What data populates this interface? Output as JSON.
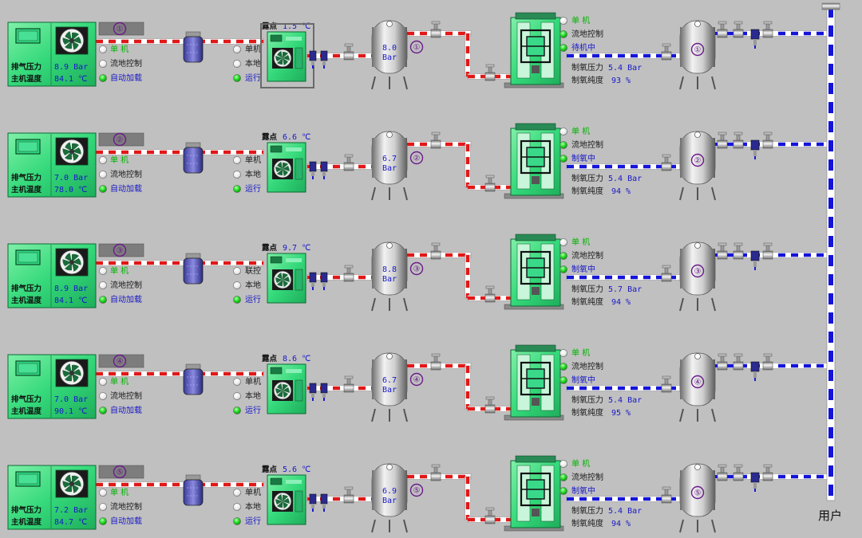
{
  "labels": {
    "exhaust_pressure": "排气压力",
    "main_temp": "主机温度",
    "single": "单 机",
    "flow_control": "流地控制",
    "auto_load": "自动加载",
    "local": "本地",
    "run": "运行",
    "dew_point": "露点",
    "o2_pressure": "制氧压力",
    "o2_purity": "制氧纯度",
    "user": "用户"
  },
  "colors": {
    "pipe_red": "#e01818",
    "pipe_blue": "#1414d8",
    "indicator_green": "#22dd22",
    "equipment_green": "#2ee27a",
    "background": "#c0c0c0"
  },
  "rows": [
    {
      "num": "①",
      "exhaust": "8.9 Bar",
      "temp": "84.1 ℃",
      "mid_mode": "单机",
      "dew": "1.5 ℃",
      "tank1": "8.0",
      "tank_unit": "Bar",
      "gen_mode": "流地控制",
      "gen_status": "待机中",
      "o2_pressure": "5.4 Bar",
      "o2_purity": "93 %"
    },
    {
      "num": "②",
      "exhaust": "7.0 Bar",
      "temp": "78.0 ℃",
      "mid_mode": "单机",
      "dew": "6.6 ℃",
      "tank1": "6.7",
      "tank_unit": "Bar",
      "gen_mode": "流地控制",
      "gen_status": "制氧中",
      "o2_pressure": "5.4 Bar",
      "o2_purity": "94 %"
    },
    {
      "num": "③",
      "exhaust": "8.9 Bar",
      "temp": "84.1 ℃",
      "mid_mode": "联控",
      "dew": "9.7 ℃",
      "tank1": "8.8",
      "tank_unit": "Bar",
      "gen_mode": "流地控制",
      "gen_status": "制氧中",
      "o2_pressure": "5.7 Bar",
      "o2_purity": "94 %"
    },
    {
      "num": "④",
      "exhaust": "7.0 Bar",
      "temp": "90.1 ℃",
      "mid_mode": "单机",
      "dew": "8.6 ℃",
      "tank1": "6.7",
      "tank_unit": "Bar",
      "gen_mode": "流地控制",
      "gen_status": "制氧中",
      "o2_pressure": "5.4 Bar",
      "o2_purity": "95 %"
    },
    {
      "num": "⑤",
      "exhaust": "7.2 Bar",
      "temp": "84.7 ℃",
      "mid_mode": "单机",
      "dew": "5.6 ℃",
      "tank1": "6.9",
      "tank_unit": "Bar",
      "gen_mode": "流地控制",
      "gen_status": "制氧中",
      "o2_pressure": "5.4 Bar",
      "o2_purity": "94 %"
    }
  ]
}
